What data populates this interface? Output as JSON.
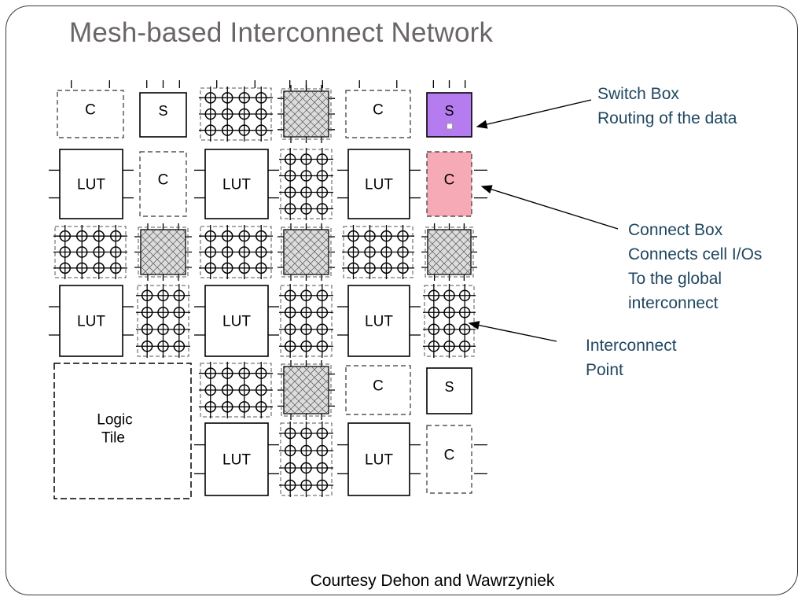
{
  "slide": {
    "title": "Mesh-based Interconnect Network",
    "credit": "Courtesy Dehon and Wawrzyniek"
  },
  "annotations": {
    "switch_box": [
      "Switch Box",
      "Routing of the data"
    ],
    "connect_box": [
      "Connect Box",
      "Connects cell I/Os",
      "To the global",
      "interconnect"
    ],
    "interconnect_point": [
      "Interconnect",
      "Point"
    ]
  },
  "labels": {
    "switch": "S",
    "connect": "C",
    "lut": "LUT",
    "logic_tile": [
      "Logic",
      "Tile"
    ]
  },
  "colors": {
    "title": "#6b6565",
    "annotation_text": "#1f4760",
    "highlight_switch": "#b57cf0",
    "highlight_connect": "#f6aab6",
    "xbar_fill": "#dcdcdc"
  }
}
